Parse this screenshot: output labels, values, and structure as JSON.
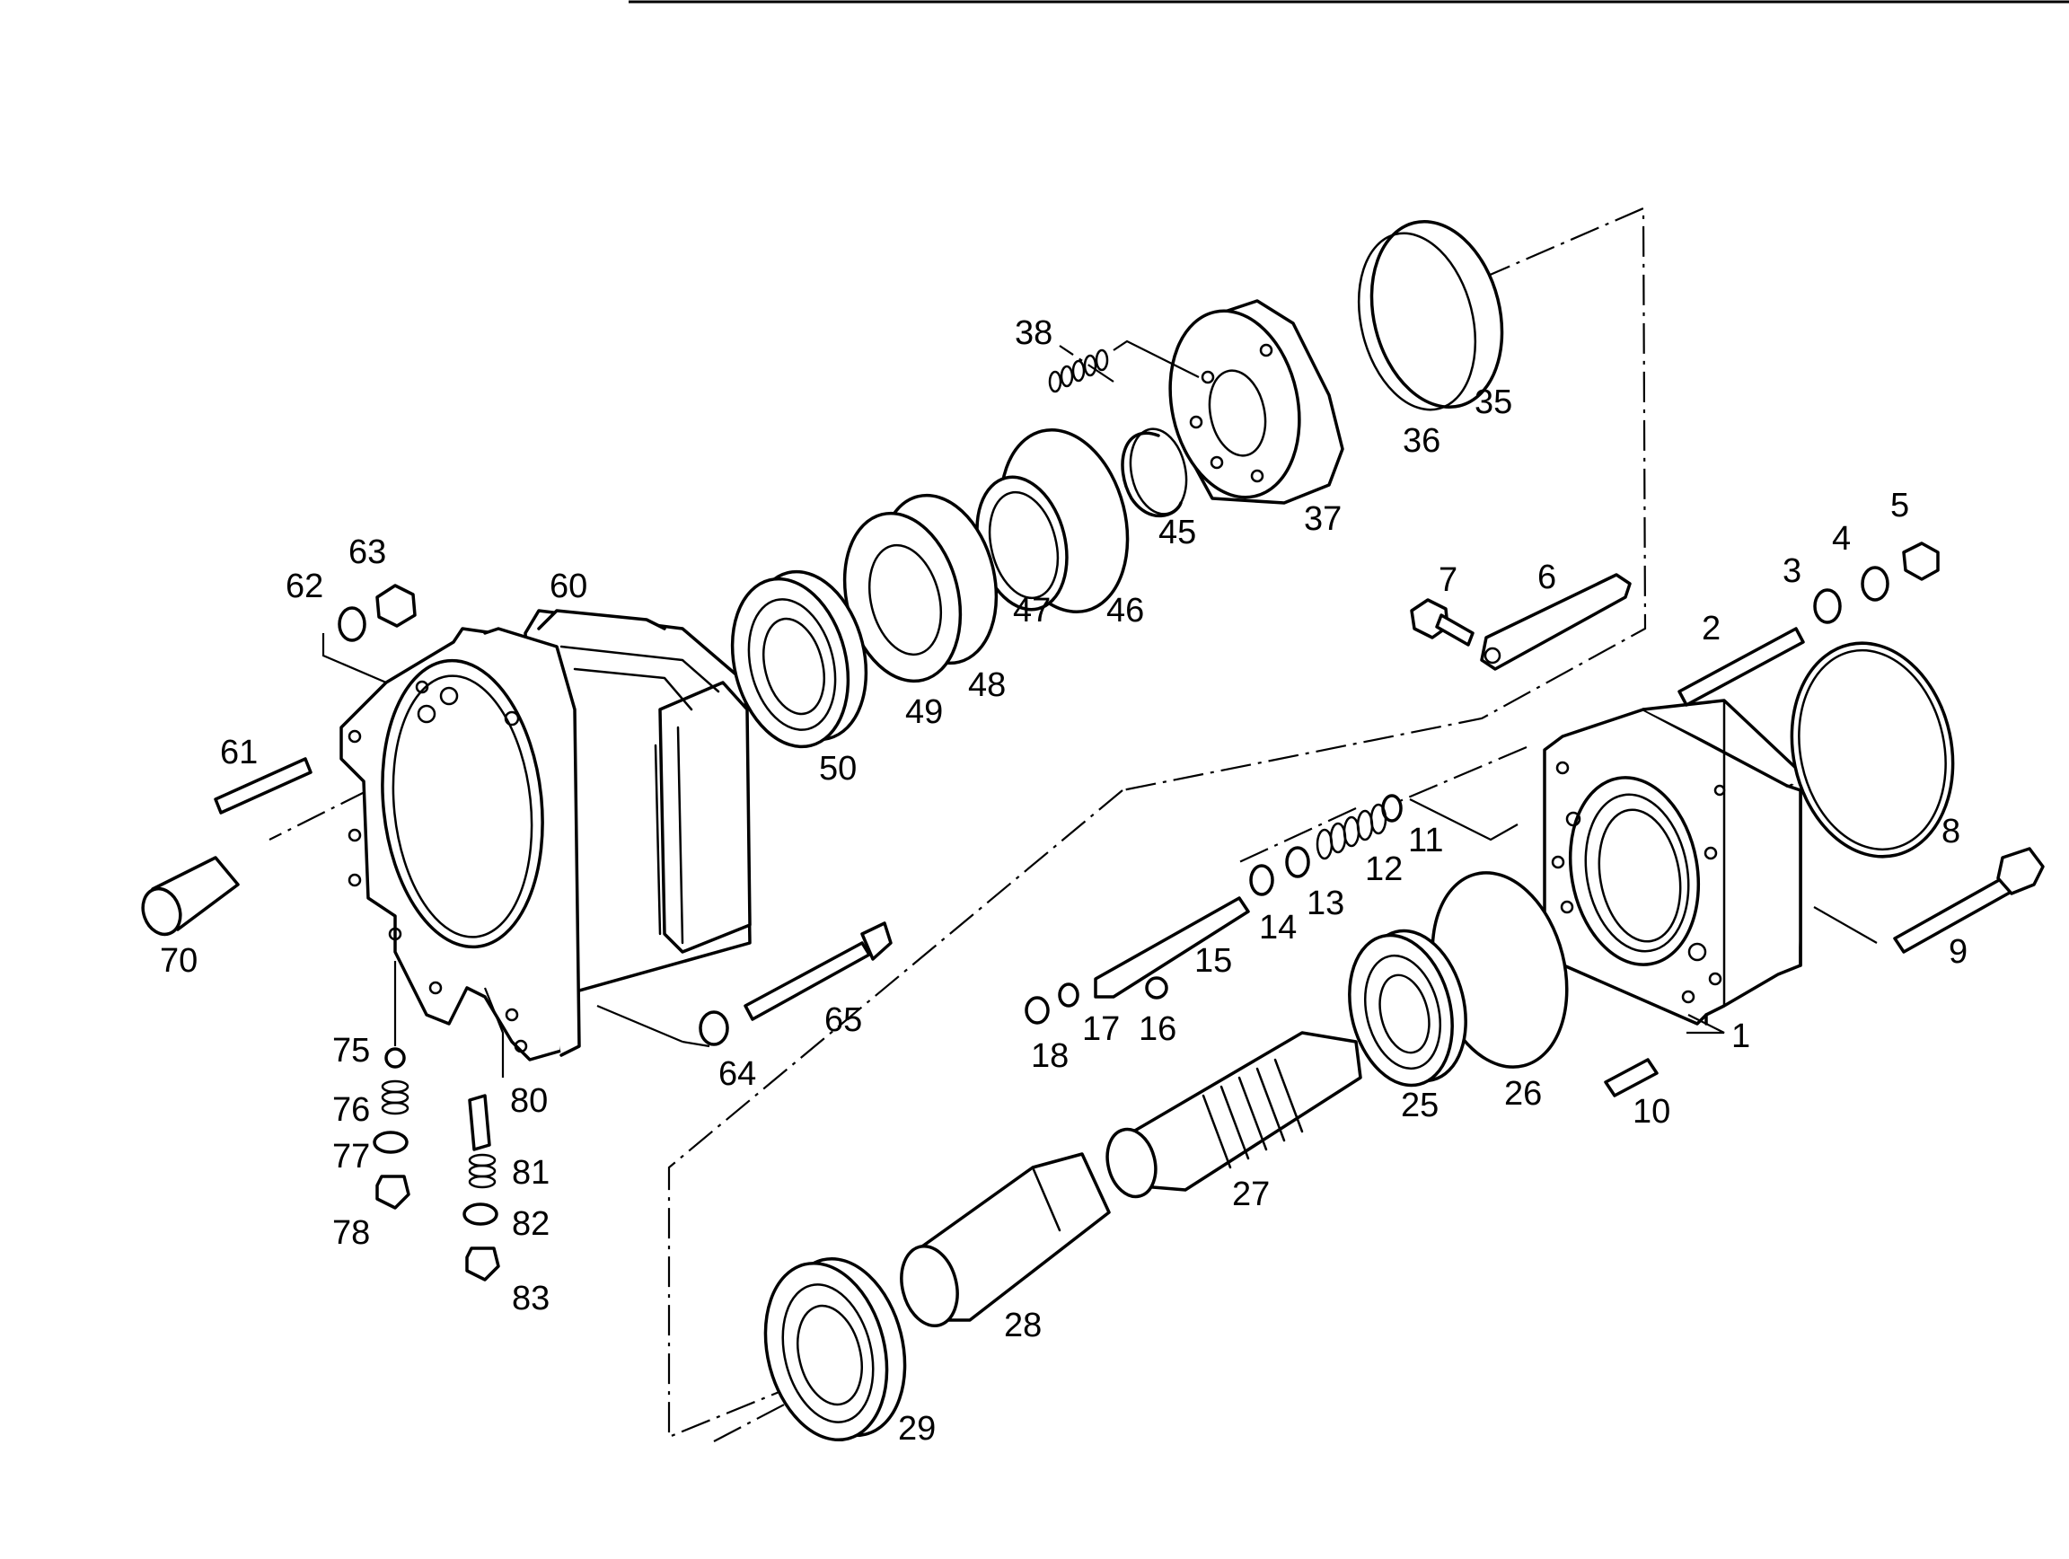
{
  "diagram": {
    "labels": [
      "1",
      "2",
      "3",
      "4",
      "5",
      "6",
      "7",
      "8",
      "9",
      "10",
      "11",
      "12",
      "13",
      "14",
      "15",
      "16",
      "17",
      "18",
      "25",
      "26",
      "27",
      "28",
      "29",
      "35",
      "36",
      "37",
      "38",
      "45",
      "46",
      "47",
      "48",
      "49",
      "50",
      "60",
      "61",
      "62",
      "63",
      "64",
      "65",
      "70",
      "75",
      "76",
      "77",
      "78",
      "80",
      "81",
      "82",
      "83"
    ]
  },
  "colors": {
    "ink": "#000000",
    "paper": "#ffffff"
  }
}
